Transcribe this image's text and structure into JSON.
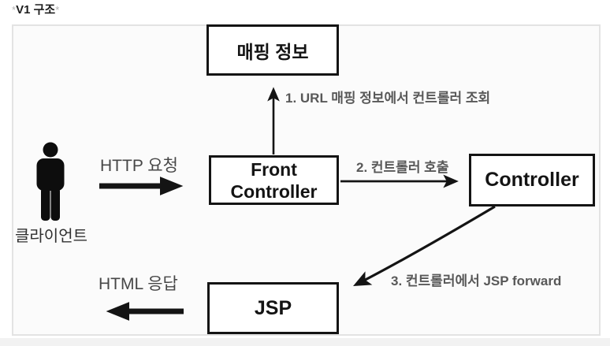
{
  "page": {
    "title_prefix": "*",
    "title_text": "V1 구조",
    "title_suffix": "*"
  },
  "nodes": {
    "mapping_info": "매핑 정보",
    "front_controller": {
      "line1": "Front",
      "line2": "Controller"
    },
    "controller": "Controller",
    "jsp": "JSP"
  },
  "edges": {
    "step1_label": "1. URL 매핑 정보에서 컨트롤러 조회",
    "step2_label": "2. 컨트롤러 호출",
    "step3_label": "3. 컨트롤러에서 JSP forward",
    "http_request_label": "HTTP 요청",
    "html_response_label": "HTML 응답"
  },
  "actor": {
    "label": "클라이언트"
  },
  "colors": {
    "box_border": "#141414",
    "box_bg": "#ffffff",
    "arrow": "#141414",
    "step_label": "#585858",
    "io_label": "#474747",
    "frame_bg": "#fbfbfb",
    "frame_border": "#e3e3e3"
  }
}
